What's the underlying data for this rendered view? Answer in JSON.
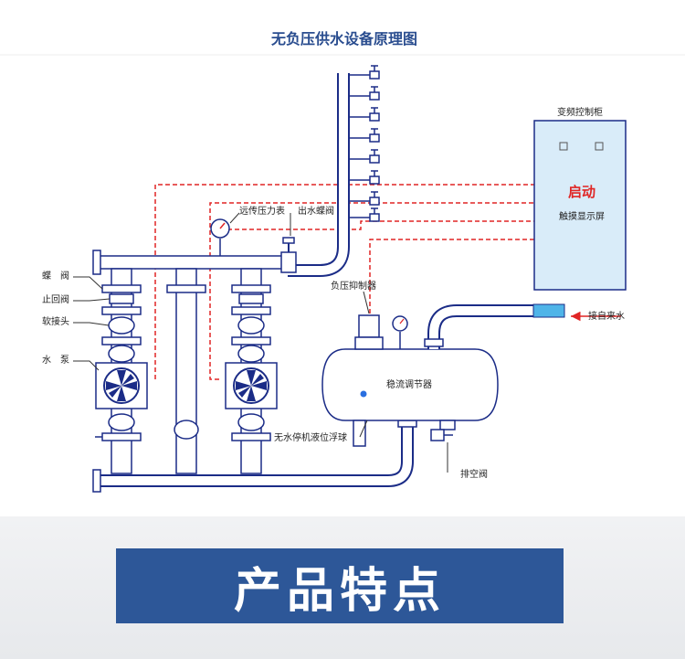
{
  "title": "无负压供水设备原理图",
  "cabinet": {
    "title": "变频控制柜",
    "start_label": "启动",
    "touch_screen": "触摸显示屏"
  },
  "labels": {
    "remote_gauge": "远传压力表",
    "outlet_valve": "出水蝶阀",
    "butterfly_valve": "蝶　阀",
    "check_valve": "止回阀",
    "soft_joint": "软接头",
    "pump": "水　泵",
    "negative_pressure_suppressor": "负压抑制器",
    "tap_water_inlet": "接自来水",
    "tank": "稳流调节器",
    "float_ball": "无水停机液位浮球",
    "exhaust_valve": "排空阀"
  },
  "banner": {
    "text": "产品特点"
  },
  "colors": {
    "pipe": "#1b2c87",
    "pipe_fill": "#ffffff",
    "signal": "#e02525",
    "cabinet": "#d9ecf9",
    "banner": "#2d5798",
    "title": "#2a4d8f"
  }
}
